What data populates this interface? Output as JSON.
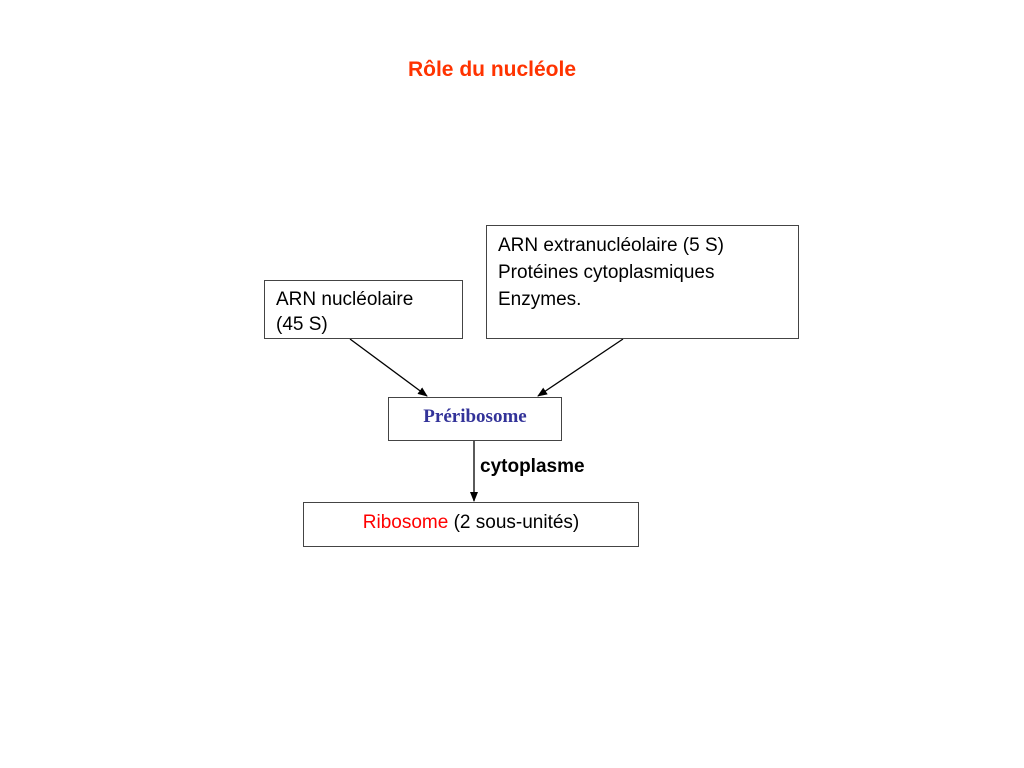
{
  "title": "Rôle du nucléole",
  "boxes": {
    "nucleolar_rna": {
      "line1": "ARN nucléolaire",
      "line2": "(45 S)"
    },
    "extranucleolar": {
      "line1": "ARN extranucléolaire (5 S)",
      "line2": "Protéines cytoplasmiques",
      "line3": "Enzymes."
    },
    "preribosome": {
      "label": "Préribosome"
    },
    "ribosome": {
      "name": "Ribosome",
      "detail": "(2 sous-unités)"
    }
  },
  "edges": {
    "cytoplasm_label": "cytoplasme"
  },
  "colors": {
    "title": "#ff3300",
    "preribosome": "#333399",
    "ribosome_name": "#ff0000"
  }
}
